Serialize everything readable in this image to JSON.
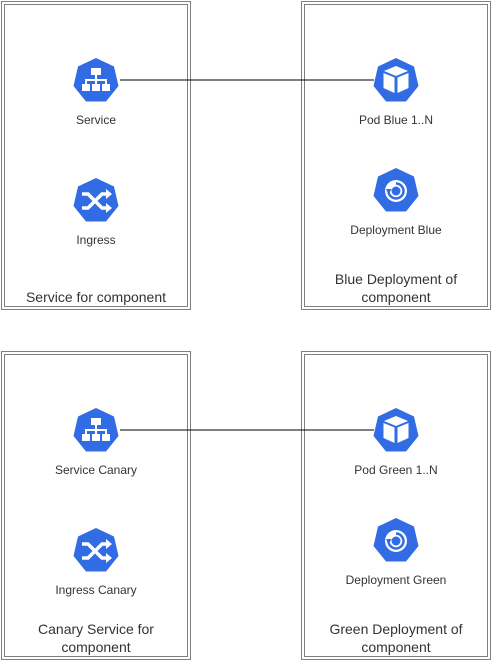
{
  "colors": {
    "k8s_blue": "#326CE5",
    "border": "#7f7f7f",
    "text": "#333333",
    "edge": "#000000"
  },
  "groups": {
    "service": {
      "label": "Service for component"
    },
    "blue_deployment": {
      "label": "Blue Deployment of component"
    },
    "canary_service": {
      "label": "Canary Service for component"
    },
    "green_deployment": {
      "label": "Green Deployment of component"
    }
  },
  "nodes": {
    "service": {
      "label": "Service",
      "icon": "service-icon"
    },
    "ingress": {
      "label": "Ingress",
      "icon": "ingress-icon"
    },
    "pod_blue": {
      "label": "Pod Blue 1..N",
      "icon": "pod-icon"
    },
    "deployment_blue": {
      "label": "Deployment Blue",
      "icon": "deployment-icon"
    },
    "service_canary": {
      "label": "Service Canary",
      "icon": "service-icon"
    },
    "ingress_canary": {
      "label": "Ingress Canary",
      "icon": "ingress-icon"
    },
    "pod_green": {
      "label": "Pod Green 1..N",
      "icon": "pod-icon"
    },
    "deployment_green": {
      "label": "Deployment Green",
      "icon": "deployment-icon"
    }
  },
  "edges": [
    {
      "from": "Service",
      "to": "Pod Blue 1..N"
    },
    {
      "from": "Service Canary",
      "to": "Pod Green 1..N"
    }
  ]
}
